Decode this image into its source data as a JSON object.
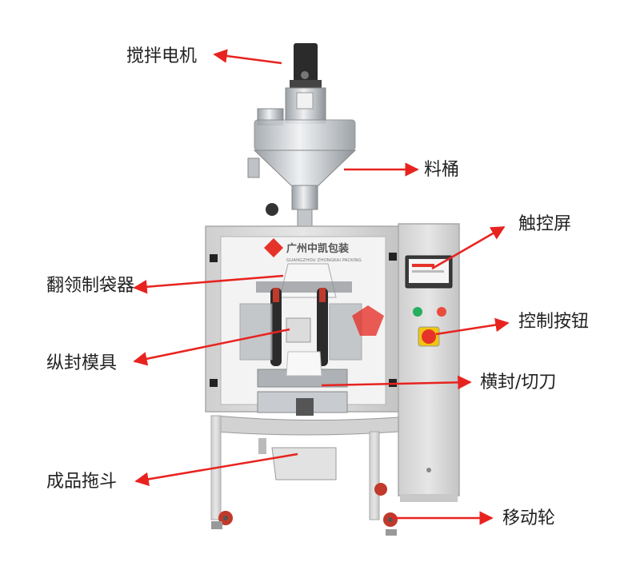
{
  "brand": {
    "name_cn": "广州中凯包装",
    "name_en": "GUANGZHOU ZHONGKAI PACKING",
    "accent": "#e5332a"
  },
  "callouts": [
    {
      "id": "mixing-motor",
      "label": "搅拌电机"
    },
    {
      "id": "hopper",
      "label": "料桶"
    },
    {
      "id": "touch-screen",
      "label": "触控屏"
    },
    {
      "id": "bag-former",
      "label": "翻领制袋器"
    },
    {
      "id": "control-buttons",
      "label": "控制按钮"
    },
    {
      "id": "vertical-seal",
      "label": "纵封模具"
    },
    {
      "id": "horizontal-seal",
      "label": "横封/切刀"
    },
    {
      "id": "discharge-chute",
      "label": "成品拖斗"
    },
    {
      "id": "casters",
      "label": "移动轮"
    }
  ],
  "colors": {
    "arrow": "#e8231f",
    "frame": "#d6d6d6",
    "frame_edge": "#a9a9a9",
    "steel": "#c9cdd1",
    "panel_dark": "#3a3a3a",
    "caster": "#c0392b",
    "label_text": "#222222"
  }
}
